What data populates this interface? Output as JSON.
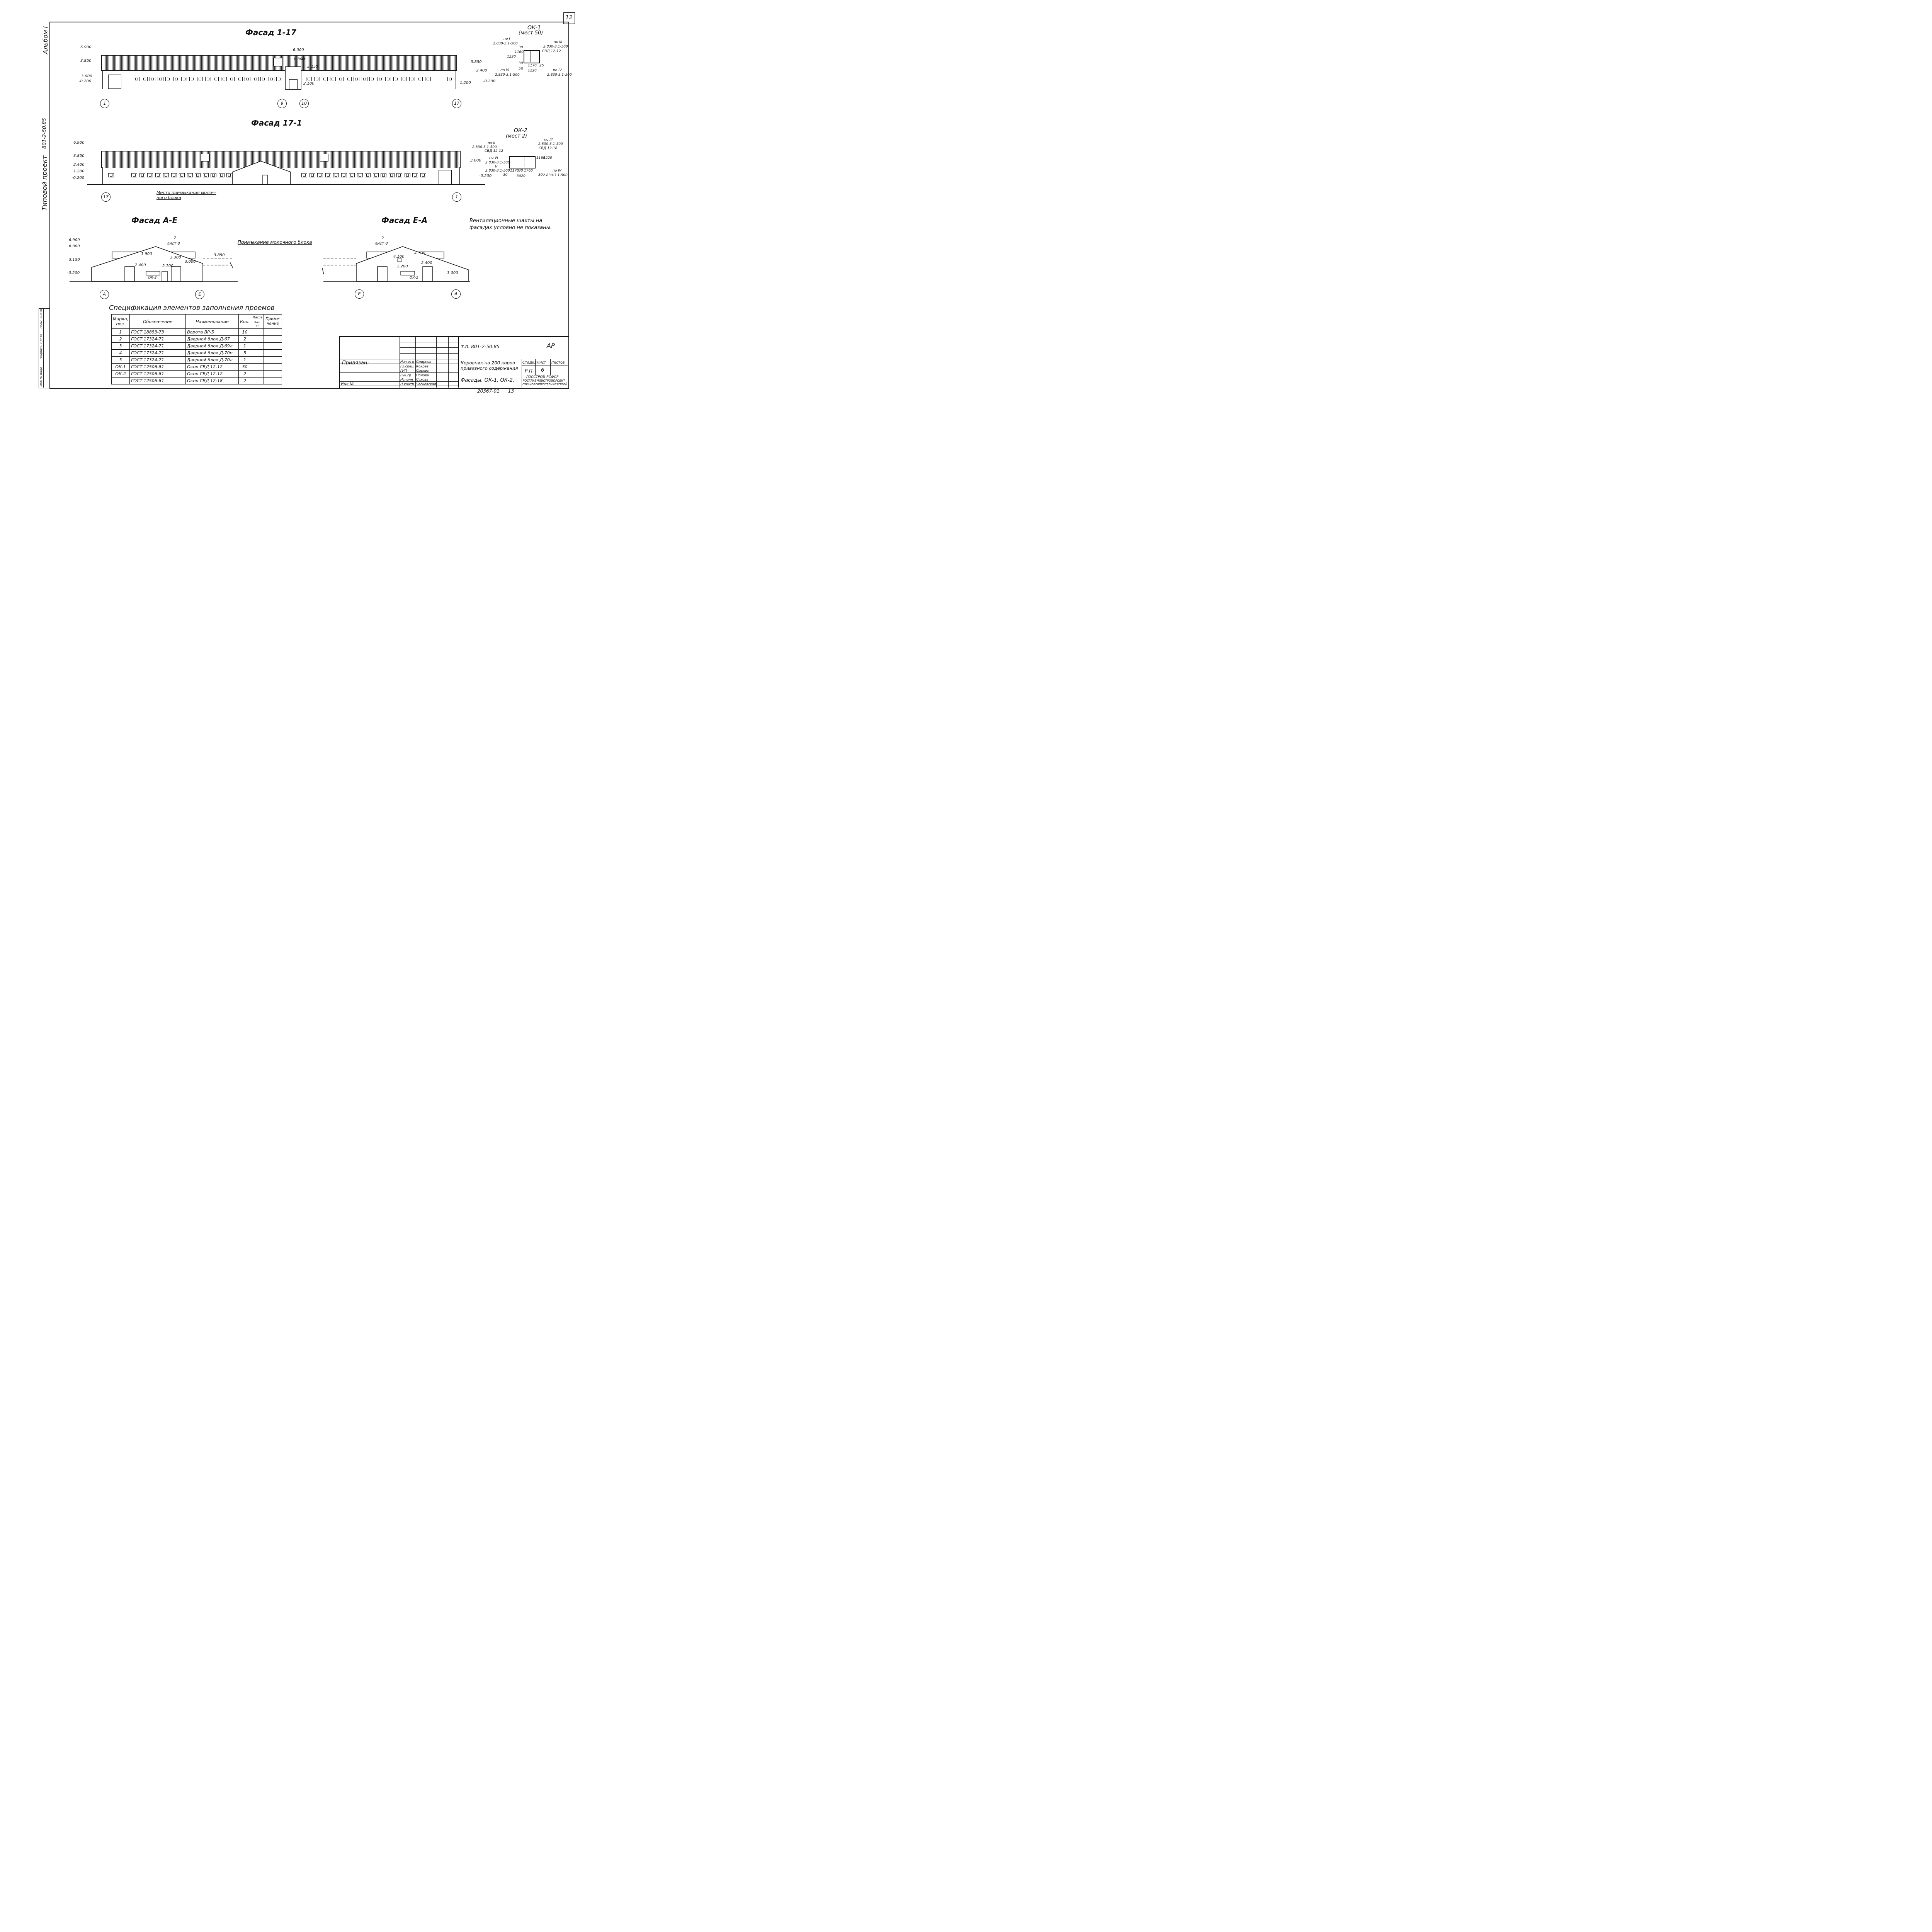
{
  "sheet": {
    "number": "12",
    "album": "Альбом I",
    "project": "Типовой проект",
    "project_code": "801-2-50.85",
    "note": "Вентиляционные шахты на фасадах условно не показаны.",
    "archive_number": "20367-01",
    "archive_page": "13"
  },
  "facade_1_17": {
    "title": "Фасад 1-17",
    "levels_left": [
      "6.900",
      "3.850",
      "3.000",
      "-0.200"
    ],
    "levels_right": [
      "3.850",
      "2.400",
      "1.200",
      "-0.200"
    ],
    "levels_mid": [
      "6.000",
      "4.800",
      "3.150",
      "2.100"
    ],
    "axes": [
      "1",
      "9",
      "10",
      "17"
    ]
  },
  "facade_17_1": {
    "title": "Фасад 17-1",
    "levels_left": [
      "6.900",
      "3.850",
      "2.400",
      "1.200",
      "-0.200"
    ],
    "levels_right": [
      "3.000",
      "-0.200"
    ],
    "axes": [
      "17",
      "1"
    ],
    "callout": "Место примыкания молоч-ного блока"
  },
  "facade_a_e": {
    "title": "Фасад А-Е",
    "levels_left": [
      "6.900",
      "6.000",
      "3.150",
      "-0.200"
    ],
    "levels_mid": [
      "3.900",
      "3.300",
      "2.400",
      "2.100",
      "3.000",
      "3.850"
    ],
    "sheet_ref": [
      "2",
      "лист 8"
    ],
    "window_tag": "ОК-2",
    "axes": [
      "А",
      "Е"
    ]
  },
  "facade_e_a": {
    "title": "Фасад Е-А",
    "levels_mid": [
      "4.100",
      "4.100",
      "1.200",
      "2.400",
      "3.000"
    ],
    "sheet_ref": [
      "2",
      "лист 8"
    ],
    "window_tag": "ОК-2",
    "axes": [
      "Е",
      "А"
    ]
  },
  "adjoining_label": "Примыкание молочного блока",
  "ok1": {
    "title": "ОК-1",
    "subtitle": "(мест 50)",
    "refs": [
      "по I",
      "2.830-3.1-500",
      "по III",
      "2.830-3.1-500",
      "СВД 12-12",
      "по VI",
      "2.830-3.1-500",
      "по IV",
      "2.830-3.1-500"
    ],
    "dims": [
      "1220",
      "1160",
      "30",
      "30",
      "1170",
      "25",
      "25",
      "1220"
    ]
  },
  "ok2": {
    "title": "ОК-2",
    "subtitle": "(мест 2)",
    "refs": [
      "по II",
      "2.830-3.1-500",
      "СВД 12-12",
      "по III",
      "2.830-3.1-500",
      "СВД 12-18",
      "по VI",
      "2.830-3.1-500",
      "V",
      "2.830-3.1-500",
      "по IV",
      "2.830-3.1-500"
    ],
    "dims": [
      "30",
      "1170",
      "30",
      "1760",
      "30",
      "3020",
      "1160",
      "1220"
    ]
  },
  "spec": {
    "title": "Спецификация элементов заполнения проемов",
    "headers": [
      "Марка, поз.",
      "Обозначение",
      "Наименование",
      "Кол.",
      "Масса ед., кг",
      "Приме-чание"
    ],
    "rows": [
      [
        "1",
        "ГОСТ 18853-73",
        "Ворота ВР-5",
        "10",
        "",
        ""
      ],
      [
        "2",
        "ГОСТ 17324-71",
        "Дверной блок Д-67",
        "2",
        "",
        ""
      ],
      [
        "3",
        "ГОСТ 17324-71",
        "Дверной блок Д-69л",
        "1",
        "",
        ""
      ],
      [
        "4",
        "ГОСТ 17324-71",
        "Дверной блок Д-70п",
        "5",
        "",
        ""
      ],
      [
        "5",
        "ГОСТ 17324-71",
        "Дверной блок Д-70л",
        "1",
        "",
        ""
      ],
      [
        "ОК-1",
        "ГОСТ 12506-81",
        "Окно СВД 12-12",
        "50",
        "",
        ""
      ],
      [
        "ОК-2",
        "ГОСТ 12506-81",
        "Окно СВД 12-12",
        "2",
        "",
        ""
      ],
      [
        "",
        "ГОСТ 12506-81",
        "Окно СВД 12-18",
        "2",
        "",
        ""
      ]
    ]
  },
  "title_block": {
    "code": "т.п. 801-2-50.85",
    "mark": "АР",
    "bound": "Привязан:",
    "inv": "Инв.№",
    "roles": [
      "Нач.отд",
      "Гл.спец",
      "ГИП",
      "Рук.гр.",
      "Исполн",
      "Н.контр"
    ],
    "names": [
      "Смирнов",
      "Кокрев",
      "Сыркин",
      "Нонова",
      "Сухова",
      "Ческовская"
    ],
    "object": "Коровник на 200 коров привязного содержания",
    "sheet_title": "Фасады. ОК-1, ОК-2.",
    "col_heads": [
      "Стадия",
      "Лист",
      "Листов"
    ],
    "stage": "Р.П.",
    "sheet": "6",
    "sheets": "",
    "org": [
      "ГОССТРОЙ РСФСР",
      "РОСГЛАВНИИСТРОЙПРОЕКТ",
      "ГОРЬКОВГИПРОСЕЛЬХОЗСТРОЙ"
    ]
  },
  "side_stamp": [
    "Инв.№ подл.",
    "Подпись и дата",
    "Взам. инв.№"
  ]
}
